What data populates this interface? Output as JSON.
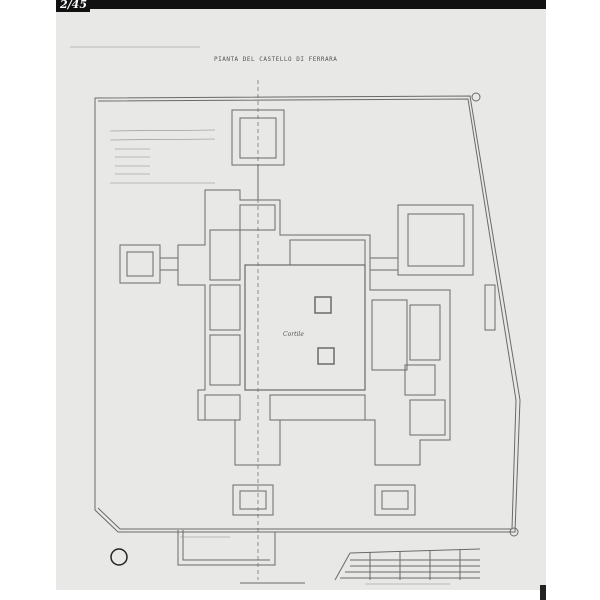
{
  "sheet": {
    "sheet_number": "2/45",
    "title": "PIANTA DEL CASTELLO DI FERRARA",
    "courtyard_label": "Cortile"
  },
  "colors": {
    "paper": "#e8e8e6",
    "ink": "#6a6a6a",
    "frame": "#111111"
  }
}
